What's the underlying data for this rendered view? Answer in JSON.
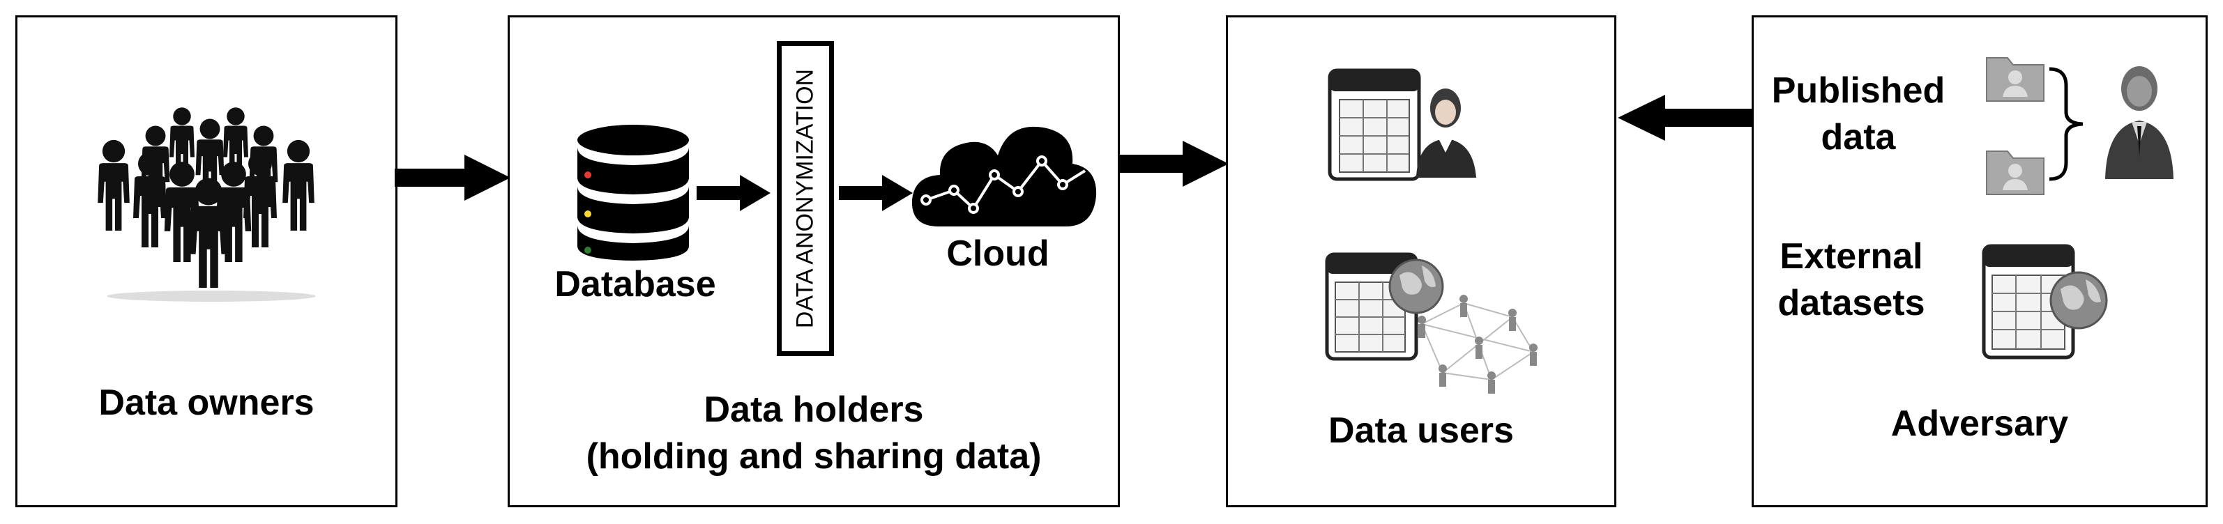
{
  "panels": {
    "data_owners": {
      "label": "Data owners"
    },
    "data_holders": {
      "database_label": "Database",
      "anonymization_label": "DATA ANONYMIZATION",
      "cloud_label": "Cloud",
      "title_line1": "Data holders",
      "title_line2": "(holding and sharing data)"
    },
    "data_users": {
      "label": "Data users"
    },
    "adversary": {
      "published_line1": "Published",
      "published_line2": "data",
      "external_line1": "External",
      "external_line2": "datasets",
      "label": "Adversary"
    }
  },
  "icons": [
    "people-group-icon",
    "database-icon",
    "cloud-network-icon",
    "table-person-icon",
    "table-globe-network-icon",
    "folder-person-icon",
    "adversary-person-icon",
    "table-globe-icon"
  ],
  "colors": {
    "line": "#000000",
    "background": "#ffffff",
    "db_led_red": "#e53935",
    "db_led_yellow": "#fdd835",
    "db_led_green": "#2e7d32"
  }
}
